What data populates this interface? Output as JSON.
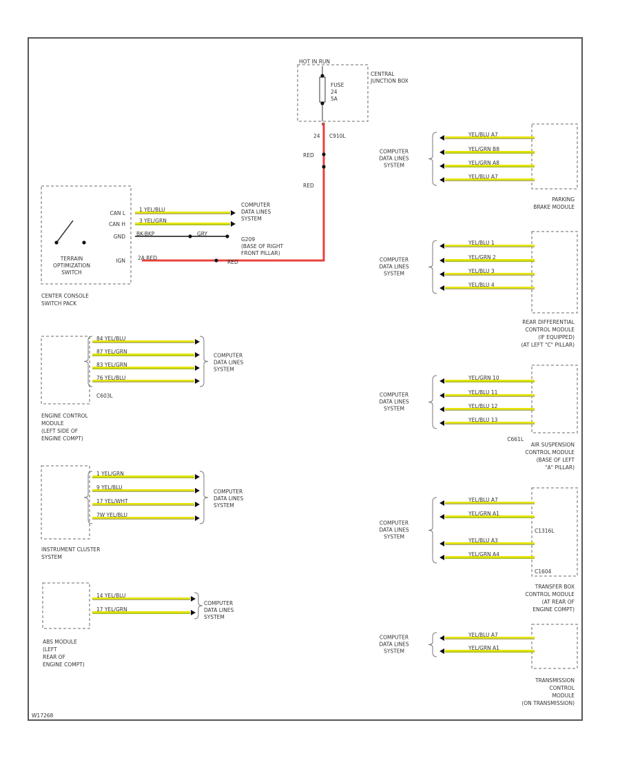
{
  "diagram_id": "W17268",
  "fuse_block": {
    "hot": "HOT IN RUN",
    "fuse": [
      "FUSE",
      "24",
      "5A"
    ],
    "name": [
      "CENTRAL",
      "JUNCTION BOX"
    ],
    "terminal": "24",
    "connector": "C910L",
    "wire_upper": "RED",
    "wire_lower": "RED"
  },
  "terrain_switch": {
    "pins": [
      "CAN L",
      "CAN H",
      "GND",
      "IGN"
    ],
    "wires": [
      {
        "pin": "1",
        "color": "YEL/BLU"
      },
      {
        "pin": "3",
        "color": "YEL/GRN"
      }
    ],
    "gnd_wire": "BK-BKP",
    "gnd_wire2": "GRY",
    "ign_wire": "2A  RED",
    "ign_wire2": "RED",
    "ground_label": [
      "G209",
      "(BASE OF RIGHT",
      "FRONT PILLAR)"
    ],
    "switch_name": [
      "TERRAIN",
      "OPTIMIZATION",
      "SWITCH"
    ],
    "module_name": [
      "CENTER CONSOLE",
      "SWITCH PACK"
    ],
    "data_lines": [
      "COMPUTER",
      "DATA LINES",
      "SYSTEM"
    ]
  },
  "engine_control": {
    "wires": [
      {
        "pin": "84",
        "color": "YEL/BLU"
      },
      {
        "pin": "87",
        "color": "YEL/GRN"
      },
      {
        "pin": "83",
        "color": "YEL/GRN"
      },
      {
        "pin": "76",
        "color": "YEL/BLU"
      }
    ],
    "connector": "C603L",
    "name": [
      "ENGINE CONTROL",
      "MODULE",
      "(LEFT SIDE OF",
      "ENGINE COMPT)"
    ],
    "data_lines": [
      "COMPUTER",
      "DATA LINES",
      "SYSTEM"
    ]
  },
  "instrument_cluster": {
    "wires": [
      {
        "pin": "1",
        "color": "YEL/GRN"
      },
      {
        "pin": "9",
        "color": "YEL/BLU"
      },
      {
        "pin": "17",
        "color": "YEL/WHT"
      },
      {
        "pin": "7W",
        "color": "YEL/BLU"
      }
    ],
    "name": [
      "INSTRUMENT CLUSTER",
      "SYSTEM"
    ],
    "data_lines": [
      "COMPUTER",
      "DATA LINES",
      "SYSTEM"
    ]
  },
  "abs_module": {
    "wires": [
      {
        "pin": "14",
        "color": "YEL/BLU"
      },
      {
        "pin": "17",
        "color": "YEL/GRN"
      }
    ],
    "name": [
      "ABS MODULE",
      "(LEFT",
      "REAR OF",
      "ENGINE COMPT)"
    ],
    "data_lines": [
      "COMPUTER",
      "DATA LINES",
      "SYSTEM"
    ]
  },
  "parking_brake": {
    "wires": [
      {
        "pin": "A7",
        "color": "YEL/BLU"
      },
      {
        "pin": "B8",
        "color": "YEL/GRN"
      },
      {
        "pin": "A8",
        "color": "YEL/GRN"
      },
      {
        "pin": "A7",
        "color": "YEL/BLU"
      }
    ],
    "name": [
      "PARKING",
      "BRAKE MODULE"
    ],
    "data_lines": [
      "COMPUTER",
      "DATA LINES",
      "SYSTEM"
    ]
  },
  "rear_diff": {
    "wires": [
      {
        "pin": "1",
        "color": "YEL/BLU"
      },
      {
        "pin": "2",
        "color": "YEL/GRN"
      },
      {
        "pin": "3",
        "color": "YEL/BLU"
      },
      {
        "pin": "4",
        "color": "YEL/BLU"
      }
    ],
    "name": [
      "REAR DIFFERENTIAL",
      "CONTROL MODULE",
      "(IF EQUIPPED)",
      "(AT LEFT \"C\" PILLAR)"
    ],
    "data_lines": [
      "COMPUTER",
      "DATA LINES",
      "SYSTEM"
    ]
  },
  "air_suspension": {
    "wires": [
      {
        "pin": "10",
        "color": "YEL/GRN"
      },
      {
        "pin": "11",
        "color": "YEL/BLU"
      },
      {
        "pin": "12",
        "color": "YEL/BLU"
      },
      {
        "pin": "13",
        "color": "YEL/BLU"
      }
    ],
    "connector": "C661L",
    "name": [
      "AIR SUSPENSION",
      "CONTROL MODULE",
      "(BASE OF LEFT",
      "\"A\" PILLAR)"
    ],
    "data_lines": [
      "COMPUTER",
      "DATA LINES",
      "SYSTEM"
    ]
  },
  "transfer_box": {
    "wires": [
      {
        "pin": "A7",
        "color": "YEL/BLU"
      },
      {
        "pin": "A1",
        "color": "YEL/GRN"
      },
      {
        "pin": "A3",
        "color": "YEL/BLU"
      },
      {
        "pin": "A4",
        "color": "YEL/GRN"
      }
    ],
    "connectors": [
      "C1316L",
      "C1604"
    ],
    "name": [
      "TRANSFER BOX",
      "CONTROL MODULE",
      "(AT REAR OF",
      "ENGINE COMPT)"
    ],
    "data_lines": [
      "COMPUTER",
      "DATA LINES",
      "SYSTEM"
    ]
  },
  "transmission": {
    "wires": [
      {
        "pin": "A7",
        "color": "YEL/BLU"
      },
      {
        "pin": "A1",
        "color": "YEL/GRN"
      }
    ],
    "name": [
      "TRANSMISSION",
      "CONTROL",
      "MODULE",
      "(ON TRANSMISSION)"
    ],
    "data_lines": [
      "COMPUTER",
      "DATA LINES",
      "SYSTEM"
    ]
  },
  "colors": {
    "wire_yellow": "#e6e600",
    "wire_green": "#8fb03a",
    "wire_gray": "#9a9a9a",
    "wire_red": "#e8413c",
    "dash": "#888888"
  }
}
